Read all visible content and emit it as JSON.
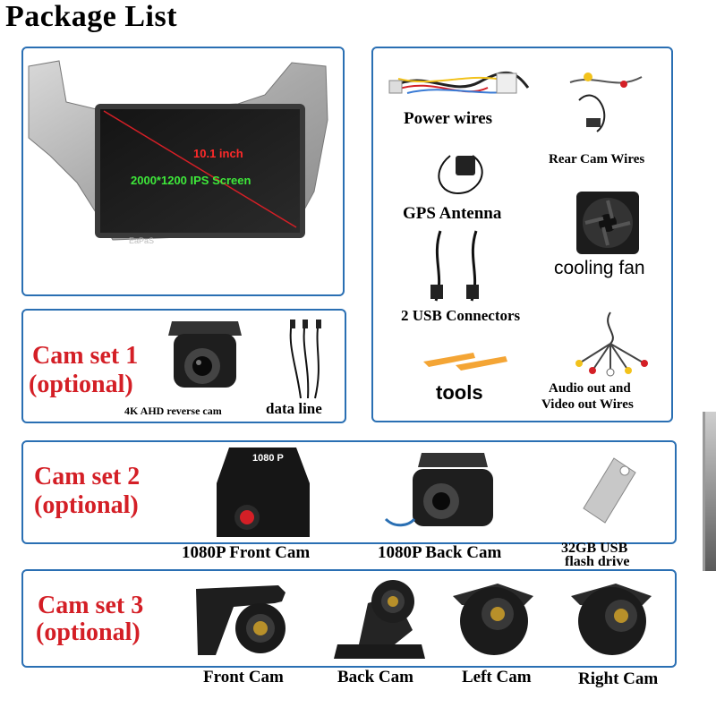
{
  "title": "Package List",
  "screen": {
    "size_text": "10.1 inch",
    "spec_text": "2000*1200 IPS Screen",
    "brand_text": "EaPaS"
  },
  "accessories": {
    "power_wires": "Power wires",
    "rear_cam_wires": "Rear Cam Wires",
    "gps_antenna": "GPS Antenna",
    "cooling_fan": "cooling fan",
    "usb_connectors": "2 USB Connectors",
    "tools": "tools",
    "audio_video_line1": "Audio out and",
    "audio_video_line2": "Video out Wires"
  },
  "cam_set_1": {
    "title_line1": "Cam set 1",
    "title_line2": "(optional)",
    "reverse_cam": "4K AHD reverse cam",
    "data_line": "data line"
  },
  "cam_set_2": {
    "title_line1": "Cam set 2",
    "title_line2": "(optional)",
    "front_cam": "1080P Front Cam",
    "back_cam": "1080P Back Cam",
    "usb_line1": "32GB USB",
    "usb_line2": "flash drive",
    "cam_badge": "1080 P"
  },
  "cam_set_3": {
    "title_line1": "Cam set 3",
    "title_line2": "(optional)",
    "front_cam": "Front Cam",
    "back_cam": "Back Cam",
    "left_cam": "Left Cam",
    "right_cam": "Right Cam"
  },
  "colors": {
    "border": "#2a6fb3",
    "accent_red": "#d41f26",
    "screen_green": "#3ee83a"
  }
}
